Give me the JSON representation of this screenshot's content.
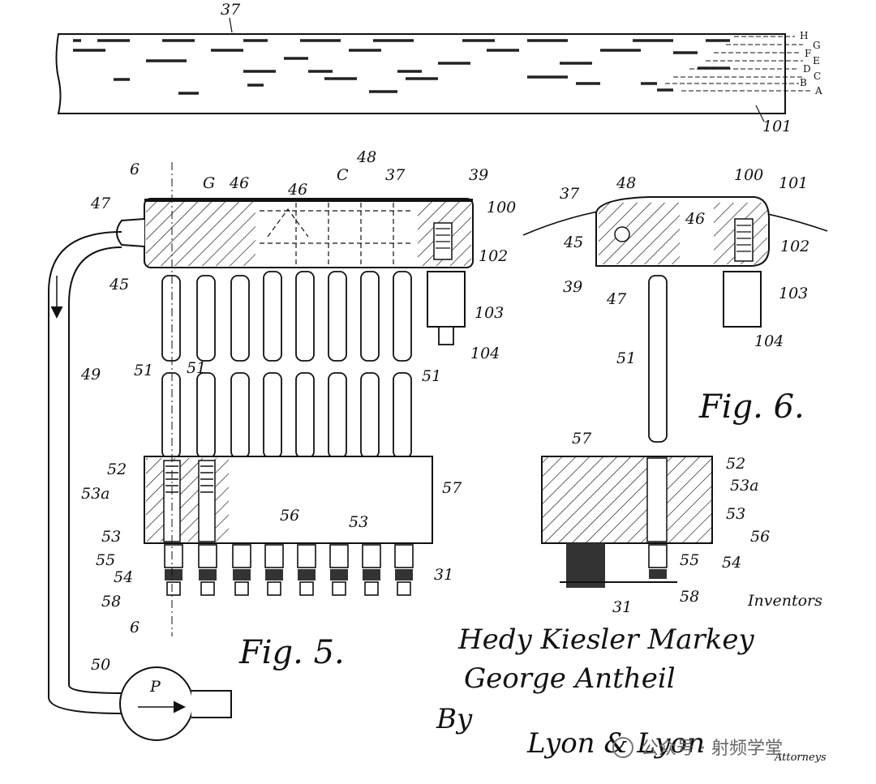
{
  "tape": {
    "ref_top": "37",
    "ref_bottom": "101",
    "tracks": [
      "H",
      "G",
      "F",
      "E",
      "D",
      "C",
      "B",
      "A"
    ]
  },
  "fig5": {
    "caption": "Fig. 5.",
    "section_mark": "6",
    "labels": [
      "47",
      "G",
      "46",
      "46",
      "C",
      "48",
      "37",
      "39",
      "100",
      "102",
      "103",
      "104",
      "45",
      "51",
      "51",
      "51",
      "49",
      "52",
      "53a",
      "53",
      "55",
      "54",
      "58",
      "56",
      "53",
      "31",
      "57",
      "50",
      "P"
    ]
  },
  "fig6": {
    "caption": "Fig. 6.",
    "labels": [
      "37",
      "48",
      "100",
      "101",
      "46",
      "45",
      "102",
      "39",
      "47",
      "103",
      "104",
      "51",
      "57",
      "52",
      "53a",
      "53",
      "56",
      "55",
      "54",
      "58",
      "31"
    ]
  },
  "inventors": {
    "heading": "Inventors",
    "names": [
      "Hedy Kiesler Markey",
      "George Antheil"
    ],
    "by": "By",
    "attorneys_signature": "Lyon & Lyon",
    "attorneys_label": "Attorneys"
  },
  "watermark": {
    "text": "公众号 · 射频学堂"
  }
}
